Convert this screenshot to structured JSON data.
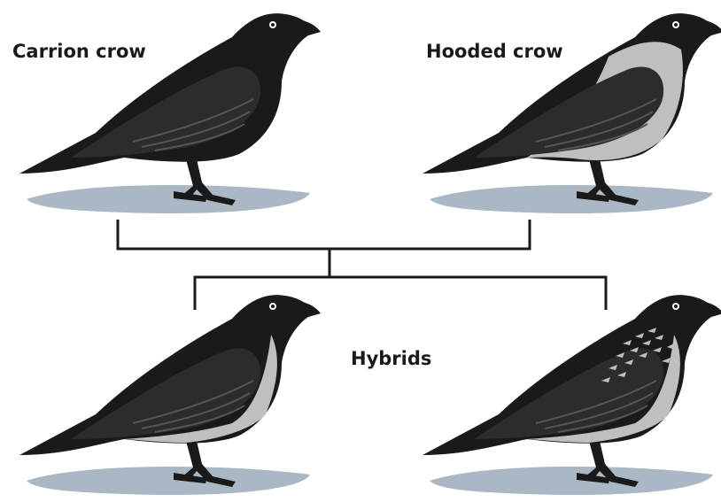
{
  "labels": {
    "carrion": "Carrion crow",
    "hooded": "Hooded crow",
    "hybrids": "Hybrids"
  },
  "colors": {
    "black": "#1a1a1a",
    "wing_dark": "#2c2c2c",
    "feather_line": "#555555",
    "grey": "#bfbfbf",
    "shadow": "#aab8c5",
    "beak": "#1a1a1a"
  },
  "birds": [
    {
      "label_key": "carrion",
      "hood": "none"
    },
    {
      "label_key": "hooded",
      "hood": "full"
    },
    {
      "label_key": "hybrids",
      "hood": "partial"
    },
    {
      "label_key": "hybrids",
      "hood": "full-speckled"
    }
  ]
}
